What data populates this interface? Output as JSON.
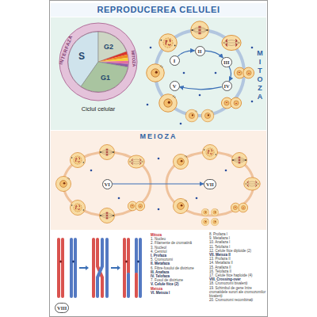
{
  "diagram": {
    "title": "REPRODUCEREA CELULEI",
    "nodes": [
      {
        "text": [
          "MITOZA"
        ]
      },
      {
        "text": [
          "I"
        ],
        "in": 0
      },
      {
        "text": [
          "II"
        ],
        "in": 0
      },
      {
        "text": [
          "III"
        ],
        "in": 0
      },
      {
        "text": [
          "IV"
        ],
        "in": 0
      },
      {
        "text": [
          "V"
        ],
        "in": 0
      },
      {
        "text": [
          "MEIOZA"
        ]
      },
      {
        "text": [
          "VI"
        ],
        "in": 6
      },
      {
        "text": [
          "VII"
        ],
        "in": 6
      },
      {
        "text": [
          "VIII"
        ]
      }
    ],
    "edges": [
      {
        "from": 1,
        "to": 2,
        "arrow": "to"
      },
      {
        "from": 2,
        "to": 3,
        "arrow": "to"
      },
      {
        "from": 3,
        "to": 4,
        "arrow": "to"
      },
      {
        "from": 4,
        "to": 5,
        "arrow": "to"
      },
      {
        "from": 7,
        "to": 8,
        "arrow": "to"
      }
    ],
    "labels": [
      "INTERFAZA",
      "S",
      "G2",
      "G1",
      "MITOZA",
      "Ciclul celular",
      "Mitoza",
      "1. Nucleu",
      "2. Filamente de cromatină",
      "3. Nucleol",
      "4. Centriol",
      "I. Profaza",
      "5. Cromozomi",
      "II. Metafaza",
      "6. Fibre-fusului de diviziune",
      "III. Anafaza",
      "IV. Telofaza",
      "7. Fusul de diviziune",
      "V. Celule fiice (2)",
      "Meioza",
      "VI. Meioza I",
      "8. Profaza I",
      "9. Metafaza I",
      "10. Anafaza I",
      "11. Telofaza I",
      "12. Celule fiice diploide (2)",
      "VII. Meioza II",
      "13. Profaza II",
      "14. Metafaza II",
      "15. Anafaza II",
      "16. Telofaza II",
      "17. Celule fiice haploide (4)",
      "VIII. Crossing-over",
      "18. Cromozomi bivalenți",
      "19. Schimbul de gene între cromatidele surori ale cromozomilor bivalenți",
      "20. Cromozomi recombinați"
    ]
  }
}
